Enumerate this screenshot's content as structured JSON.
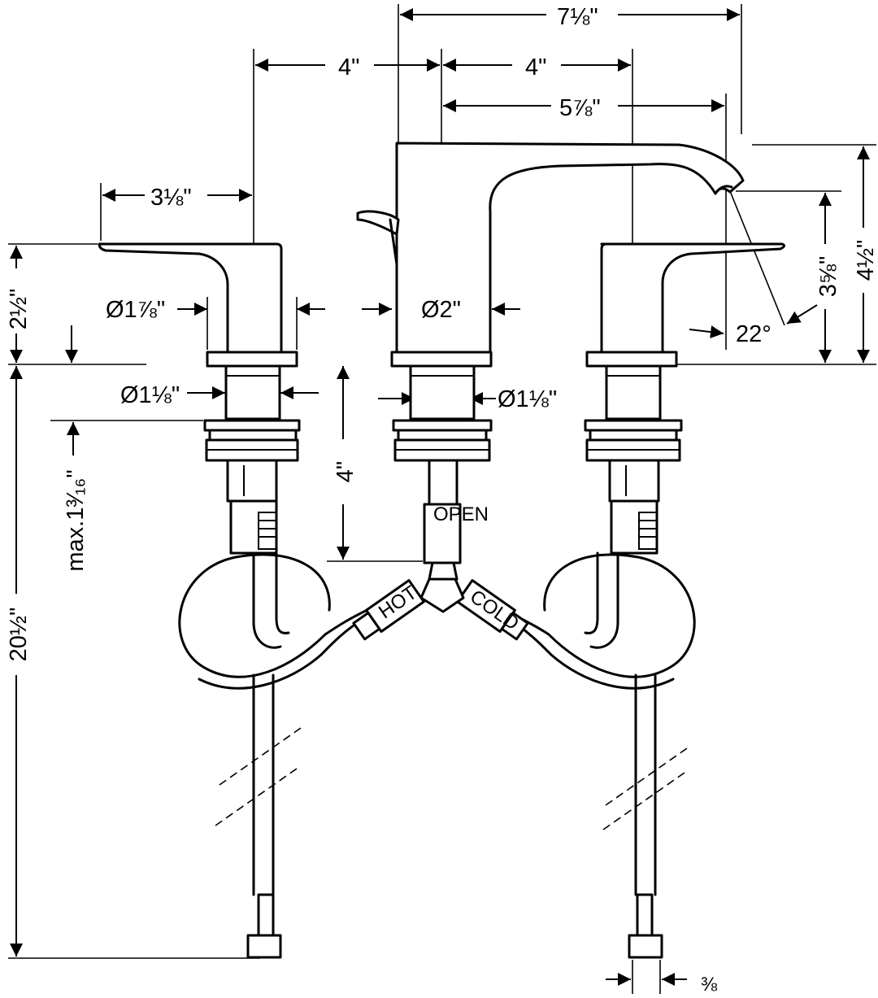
{
  "dimensions": {
    "overall_width": "7⅛\"",
    "handle_to_spout_center": "4\"",
    "spout_to_handle_center": "4\"",
    "spout_reach": "5⅞\"",
    "handle_length": "3⅛\"",
    "handle_height": "2½\"",
    "handle_diameter": "Ø1⅞\"",
    "spout_diameter": "Ø2\"",
    "shank_left": "Ø1⅛\"",
    "shank_right": "Ø1⅛\"",
    "shank_length": "4\"",
    "max_deck_thickness": "max.1³⁄₁₆\"",
    "spout_outlet_height": "3⅝\"",
    "overall_height": "4½\"",
    "spray_angle": "22°",
    "supply_length": "20½\"",
    "connection_size": "⅜"
  },
  "hose_labels": {
    "hot": "HOT",
    "cold": "COLD",
    "open": "OPEN"
  }
}
